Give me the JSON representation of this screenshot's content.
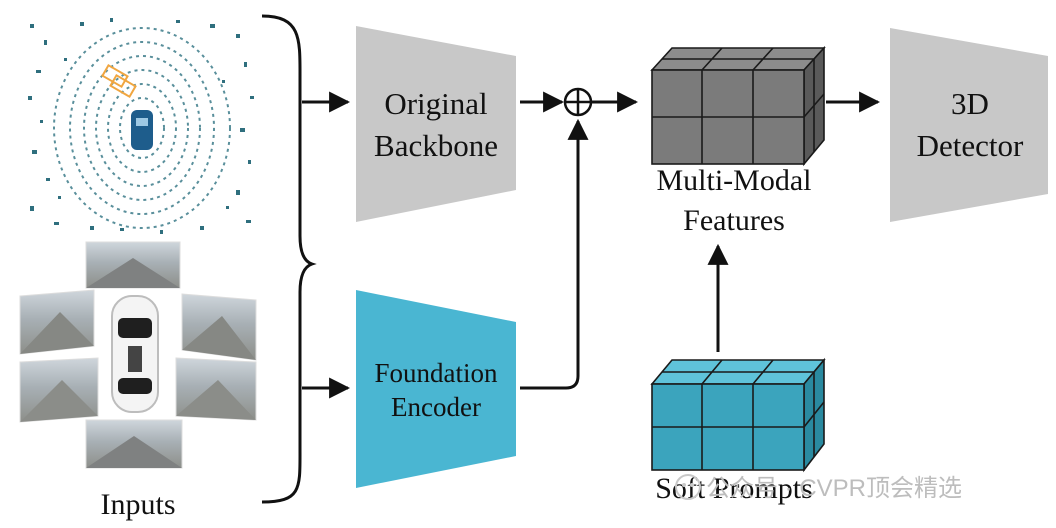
{
  "labels": {
    "inputs": "Inputs",
    "original_backbone_line1": "Original",
    "original_backbone_line2": "Backbone",
    "foundation_encoder_line1": "Foundation",
    "foundation_encoder_line2": "Encoder",
    "multimodal_line1": "Multi-Modal",
    "multimodal_line2": "Features",
    "detector_line1": "3D",
    "detector_line2": "Detector",
    "soft_prompts": "Soft Prompts"
  },
  "watermark": "公众号 · CVPR顶会精选",
  "colors": {
    "backbone_gray": "#c8c8c8",
    "encoder_cyan": "#4ab6d2",
    "feature_gray": "#7b7b7b",
    "prompt_cyan": "#3ba4bd",
    "lidar_teal": "#2f6f7e"
  }
}
